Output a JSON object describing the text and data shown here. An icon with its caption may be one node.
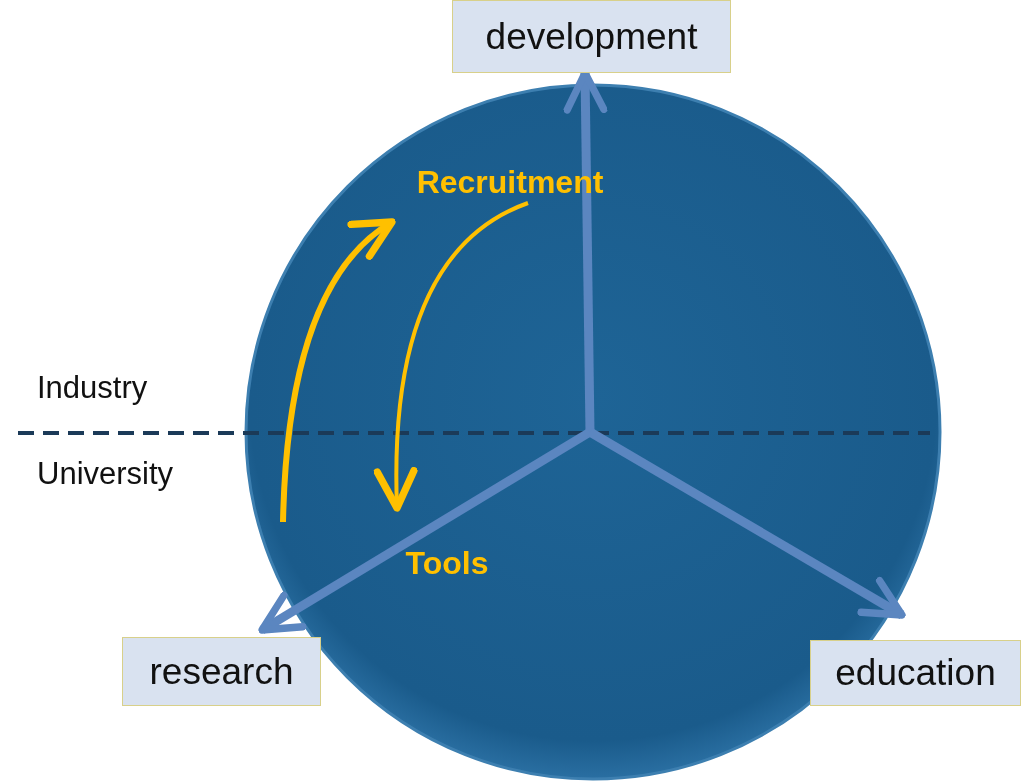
{
  "diagram": {
    "nodes": [
      {
        "text": [
          "development"
        ]
      },
      {
        "text": [
          "research"
        ]
      },
      {
        "text": [
          "education"
        ]
      },
      {
        "text": [
          "Recruitment"
        ]
      },
      {
        "text": [
          "Tools"
        ]
      }
    ],
    "edges": [
      {
        "from": null,
        "to": 0,
        "arrow": "to"
      },
      {
        "from": null,
        "to": 1,
        "arrow": "to"
      },
      {
        "from": null,
        "to": 2,
        "arrow": "to"
      },
      {
        "from": null,
        "to": 3,
        "arrow": "to",
        "color": "#ffc000"
      },
      {
        "from": 3,
        "to": 4,
        "arrow": "to",
        "color": "#ffc000"
      }
    ],
    "labels": [
      "Industry",
      "University"
    ]
  }
}
